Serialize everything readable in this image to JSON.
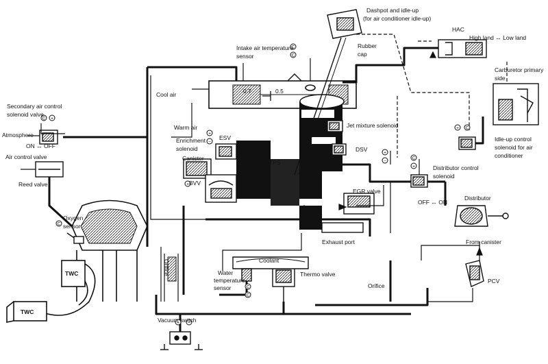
{
  "labels": {
    "dashpot": "Dashpot and idle-up",
    "dashpot_sub": "(for air conditioner idle-up)",
    "rubber_cap_1": "Rubber",
    "rubber_cap_2": "cap",
    "intake_air_1": "Intake air temperature",
    "intake_air_2": "sensor",
    "hac": "HAC",
    "high_low": "High land ↔ Low land",
    "carb_1": "Carburetor primary",
    "carb_2": "side",
    "secondary_air_1": "Secondary air control",
    "secondary_air_2": "solenoid valve",
    "atmosphere": "Atmosphere",
    "on_off": "ON ↔ OFF",
    "air_control_valve": "Air control valve",
    "reed_valve": "Reed valve",
    "cool_air": "Cool air",
    "warm_air": "Warm air",
    "enrich_1": "Enrichment",
    "enrich_2": "solenoid",
    "esv": "ESV",
    "canister": "Canister",
    "bvv": "BVV",
    "tps": "TPS",
    "jet_mixture": "Jet mixture solenoid",
    "dsv": "DSV",
    "idle_up_1": "Idle-up control",
    "idle_up_2": "solenoid for air",
    "idle_up_3": "conditioner",
    "dist_ctrl_1": "Distributor control",
    "dist_ctrl_2": "solenoid",
    "off_on": "OFF ↔ ON",
    "distributor": "Distributor",
    "egr_valve": "EGR valve",
    "exhaust_port": "Exhaust port",
    "oxygen_1": "Oxygen",
    "oxygen_2": "sensor",
    "coolant": "Coolant",
    "water_temp_1": "Water",
    "water_temp_2": "temperature",
    "water_temp_3": "sensor",
    "thermo_valve": "Thermo valve",
    "orifice": "Orifice",
    "orifice_vert": "Orifice",
    "from_canister": "From canister",
    "pcv": "PCV",
    "vacuum_switch": "Vacuum switch",
    "twc_1": "TWC",
    "twc_2": "TWC",
    "mark_07": "0.7",
    "mark_05": "0.5",
    "c": "C",
    "plus": "+",
    "minus": "−"
  }
}
